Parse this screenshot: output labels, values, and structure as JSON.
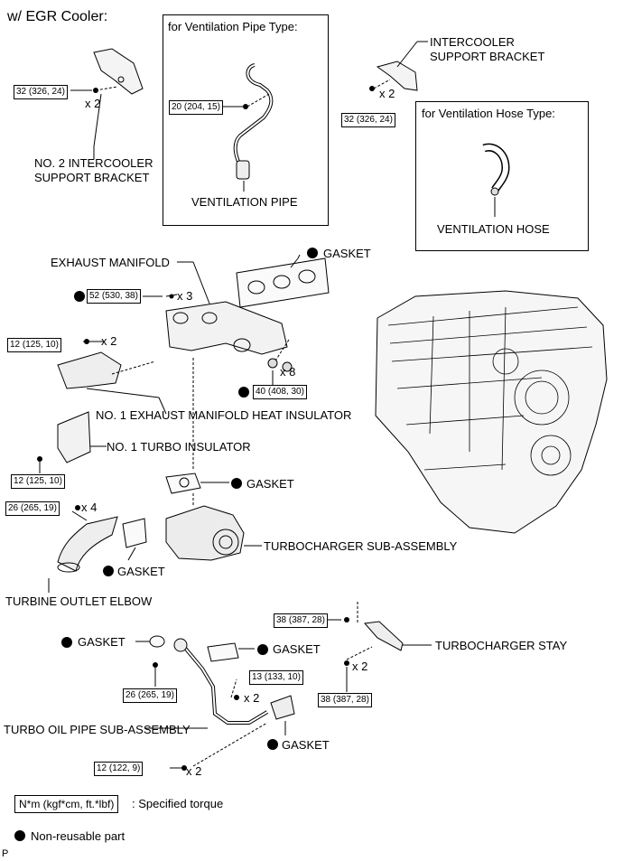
{
  "header": {
    "title": "w/ EGR Cooler:"
  },
  "panels": {
    "pipe_type": {
      "title": "for Ventilation Pipe Type:",
      "part": "VENTILATION PIPE",
      "torque": "20 (204, 15)"
    },
    "hose_type": {
      "title": "for Ventilation Hose Type:",
      "part": "VENTILATION HOSE"
    }
  },
  "labels": {
    "no2_bracket": [
      "NO. 2 INTERCOOLER",
      "SUPPORT BRACKET"
    ],
    "ic_bracket": [
      "INTERCOOLER",
      "SUPPORT BRACKET"
    ],
    "exhaust_manifold": "EXHAUST MANIFOLD",
    "gasket": "GASKET",
    "heat_insulator": "NO. 1 EXHAUST MANIFOLD HEAT INSULATOR",
    "turbo_insulator": "NO. 1 TURBO INSULATOR",
    "turbocharger": "TURBOCHARGER SUB-ASSEMBLY",
    "turbine_elbow": "TURBINE OUTLET ELBOW",
    "turbo_stay": "TURBOCHARGER STAY",
    "oil_pipe": "TURBO OIL PIPE SUB-ASSEMBLY"
  },
  "torques": {
    "t_32a": "32 (326, 24)",
    "t_32b": "32 (326, 24)",
    "t_52": "52 (530, 38)",
    "t_12a": "12 (125, 10)",
    "t_40": "40 (408, 30)",
    "t_12b": "12 (125, 10)",
    "t_26a": "26 (265, 19)",
    "t_38a": "38 (387, 28)",
    "t_38b": "38 (387, 28)",
    "t_13": "13 (133, 10)",
    "t_26b": "26 (265, 19)",
    "t_12c": "12 (122, 9)"
  },
  "quantities": {
    "q_x2a": "x 2",
    "q_x2b": "x 2",
    "q_x3": "x 3",
    "q_x2c": "x 2",
    "q_x8": "x 8",
    "q_x4": "x 4",
    "q_x2d": "x 2",
    "q_x2e": "x 2",
    "q_x2f": "x 2"
  },
  "legend": {
    "torque_key": "N*m (kgf*cm, ft.*lbf)",
    "torque_desc": ": Specified torque",
    "nonreusable": "Non-reusable part"
  },
  "footer": {
    "code": "P"
  }
}
